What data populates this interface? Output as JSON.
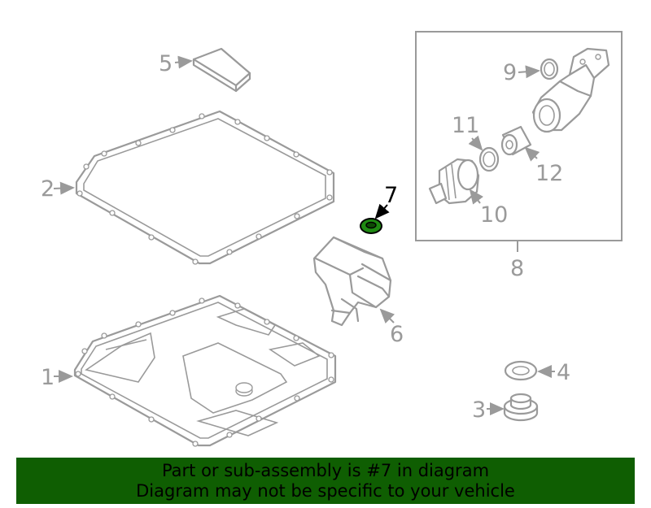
{
  "callouts": [
    {
      "id": "1",
      "highlighted": false
    },
    {
      "id": "2",
      "highlighted": false
    },
    {
      "id": "3",
      "highlighted": false
    },
    {
      "id": "4",
      "highlighted": false
    },
    {
      "id": "5",
      "highlighted": false
    },
    {
      "id": "6",
      "highlighted": false
    },
    {
      "id": "7",
      "highlighted": true
    },
    {
      "id": "8",
      "highlighted": false
    },
    {
      "id": "9",
      "highlighted": false
    },
    {
      "id": "10",
      "highlighted": false
    },
    {
      "id": "11",
      "highlighted": false
    },
    {
      "id": "12",
      "highlighted": false
    }
  ],
  "banner": {
    "line1": "Part or sub-assembly is #7 in diagram",
    "line2": "Diagram may not be specific to your vehicle"
  },
  "colors": {
    "banner_bg": "#0f5e02",
    "highlight_part": "#1f8a12",
    "part_stroke": "#9a9a9a",
    "highlight_text": "#000000"
  }
}
